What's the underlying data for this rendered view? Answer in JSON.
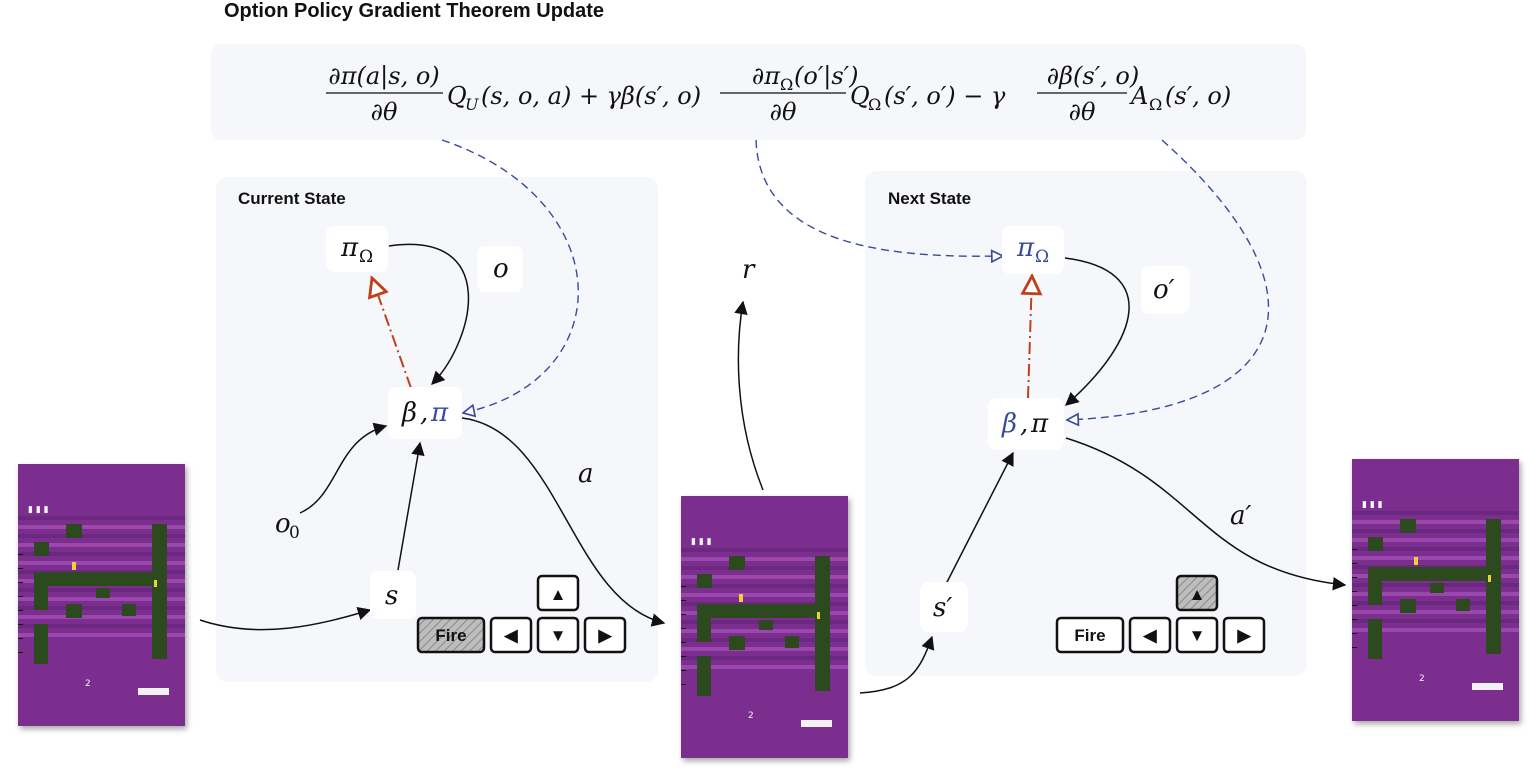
{
  "title": "Option Policy Gradient Theorem Update",
  "panels": {
    "current": "Current State",
    "next": "Next State"
  },
  "formula": {
    "t1_num": "∂π(a|s, o)",
    "t1_den": "∂θ",
    "t1_rest": "Q",
    "t1_sub": "U",
    "t1_args": "(s, o, a) + γβ(s′, o)",
    "t2_num_a": "∂π",
    "t2_num_sub": "Ω",
    "t2_num_b": "(o′|s′)",
    "t2_den": "∂θ",
    "t2_rest": "Q",
    "t2_sub": "Ω",
    "t2_args": "(s′, o′) − γ",
    "t3_num": "∂β(s′, o)",
    "t3_den": "∂θ",
    "t3_rest": "A",
    "t3_sub": "Ω",
    "t3_args": "(s′, o)"
  },
  "nodes": {
    "pi_omega": "π",
    "omega_sub": "Ω",
    "beta": "β",
    "comma": ",",
    "pi": "π",
    "o": "o",
    "o_prime": "o′",
    "o0": "o",
    "o0_sub": "0",
    "s": "s",
    "s_prime": "s′",
    "a": "a",
    "a_prime": "a′",
    "r": "r"
  },
  "keys": {
    "fire": "Fire",
    "up": "▲",
    "down": "▼",
    "left": "◀",
    "right": "▶"
  },
  "screens": {
    "lives_marks": "▮ ▮ ▮",
    "room": "2"
  },
  "colors": {
    "blue_dashed": "#3a4a9a",
    "red_dashdot": "#c0401c",
    "panel_bg": "#f6f7fa",
    "game_purple": "#7b2d8e",
    "game_green": "#2c4a1e"
  }
}
